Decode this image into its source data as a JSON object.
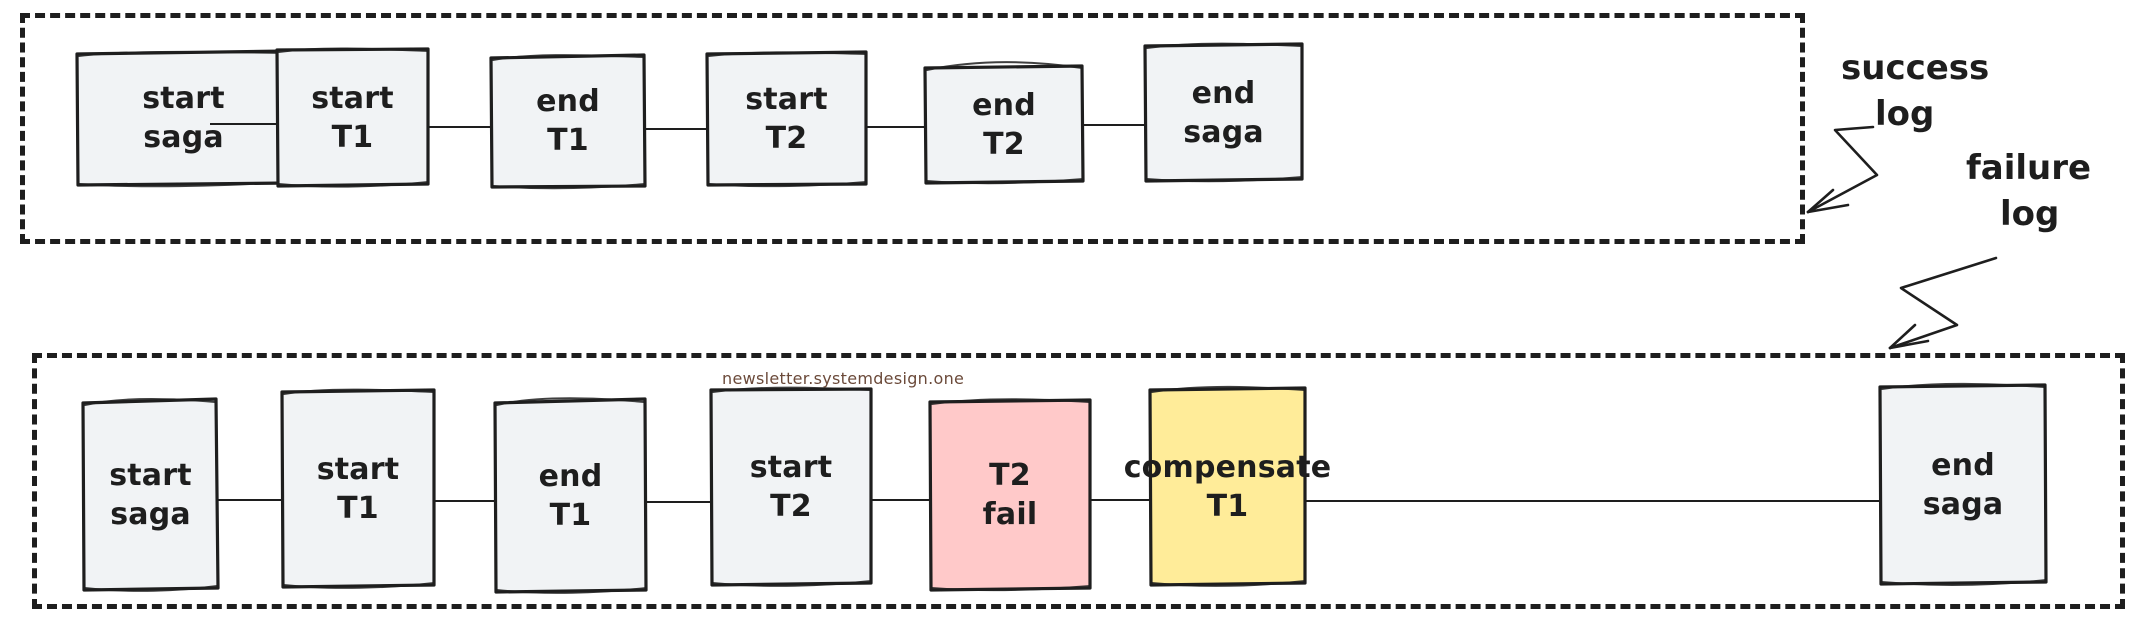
{
  "diagram": {
    "title": "Saga pattern success log and failure log",
    "style": "hand-drawn sketch",
    "background": "#ffffff",
    "colors": {
      "stroke": "#1e1e1e",
      "default_fill": "#f1f3f5",
      "fail_fill": "#ffc9c9",
      "compensate_fill": "#ffec99",
      "watermark_text": "#6b4a3a"
    }
  },
  "watermark": {
    "text": "newsletter.systemdesign.one"
  },
  "annotations": [
    {
      "id": "success-log",
      "line1": "success",
      "line2": "log",
      "points_to": "success-log-group"
    },
    {
      "id": "failure-log",
      "line1": "failure",
      "line2": "log",
      "points_to": "failure-log-group"
    }
  ],
  "groups": [
    {
      "id": "success-log-group",
      "label": "success log",
      "nodes": [
        {
          "id": "n1",
          "line1": "start",
          "line2": "saga",
          "fill": "#f1f3f5"
        },
        {
          "id": "n2",
          "line1": "start",
          "line2": "T1",
          "fill": "#f1f3f5"
        },
        {
          "id": "n3",
          "line1": "end",
          "line2": "T1",
          "fill": "#f1f3f5"
        },
        {
          "id": "n4",
          "line1": "start",
          "line2": "T2",
          "fill": "#f1f3f5"
        },
        {
          "id": "n5",
          "line1": "end",
          "line2": "T2",
          "fill": "#f1f3f5"
        },
        {
          "id": "n6",
          "line1": "end",
          "line2": "saga",
          "fill": "#f1f3f5"
        }
      ]
    },
    {
      "id": "failure-log-group",
      "label": "failure log",
      "nodes": [
        {
          "id": "m1",
          "line1": "start",
          "line2": "saga",
          "fill": "#f1f3f5"
        },
        {
          "id": "m2",
          "line1": "start",
          "line2": "T1",
          "fill": "#f1f3f5"
        },
        {
          "id": "m3",
          "line1": "end",
          "line2": "T1",
          "fill": "#f1f3f5"
        },
        {
          "id": "m4",
          "line1": "start",
          "line2": "T2",
          "fill": "#f1f3f5"
        },
        {
          "id": "m5",
          "line1": "T2",
          "line2": "fail",
          "fill": "#ffc9c9"
        },
        {
          "id": "m6",
          "line1": "compensate",
          "line2": "T1",
          "fill": "#ffec99"
        },
        {
          "id": "m7",
          "line1": "end",
          "line2": "saga",
          "fill": "#f1f3f5"
        }
      ]
    }
  ]
}
